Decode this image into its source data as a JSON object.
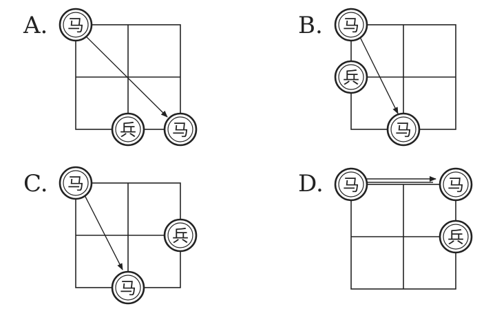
{
  "pieces": {
    "horse": "马",
    "pawn": "兵"
  },
  "options": [
    {
      "label": "A.",
      "pawn_position": "bottom-middle",
      "horse_target": "bottom-right"
    },
    {
      "label": "B.",
      "pawn_position": "left-middle",
      "horse_target": "bottom-middle"
    },
    {
      "label": "C.",
      "pawn_position": "right-middle",
      "horse_target": "bottom-middle"
    },
    {
      "label": "D.",
      "pawn_position": "right-middle",
      "horse_target": "top-right"
    }
  ]
}
